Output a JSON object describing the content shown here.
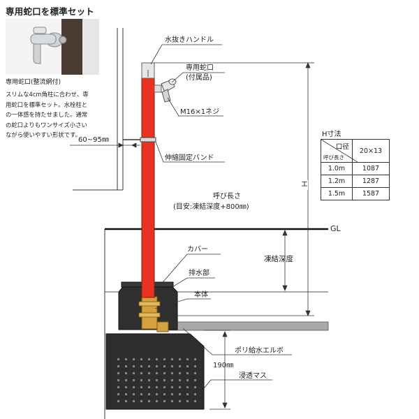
{
  "header": {
    "title": "専用蛇口を標準セット"
  },
  "photo": {
    "caption": "専用蛇口(整流網付)"
  },
  "description": [
    "スリムな4cm角柱に合わせ、専",
    "用蛇口を標準セット。水栓柱と",
    "の一体感を持たせました。通常",
    "の蛇口よりもワンサイズ小さい",
    "ながら使いやすい形状です。"
  ],
  "labels": {
    "drain_handle": "水抜きハンドル",
    "faucet": "専用蛇口",
    "faucet_sub": "(付属品)",
    "thread": "M16×1ネジ",
    "clearance": "60~95㎜",
    "band": "伸縮固定バンド",
    "nominal_length": "呼び長さ",
    "nominal_length_sub": "(目安:凍結深度+800㎜)",
    "h_mark": "エ",
    "gl": "GL",
    "frost_depth": "凍結深度",
    "cover": "カバー",
    "drain_part": "排水部",
    "body": "本体",
    "elbow": "ポリ給水エルボ",
    "depth_190": "190㎜",
    "basin": "浸透マス"
  },
  "table": {
    "title": "H寸法",
    "header_top": "口径",
    "header_bottom": "呼び長さ",
    "column": "20×13",
    "rows": [
      {
        "length": "1.0m",
        "value": "1087"
      },
      {
        "length": "1.2m",
        "value": "1287"
      },
      {
        "length": "1.5m",
        "value": "1587"
      }
    ]
  },
  "colors": {
    "post": "#e8311f",
    "brass": "#d4a23a",
    "basin": "#2b2b2b",
    "line": "#333333"
  }
}
